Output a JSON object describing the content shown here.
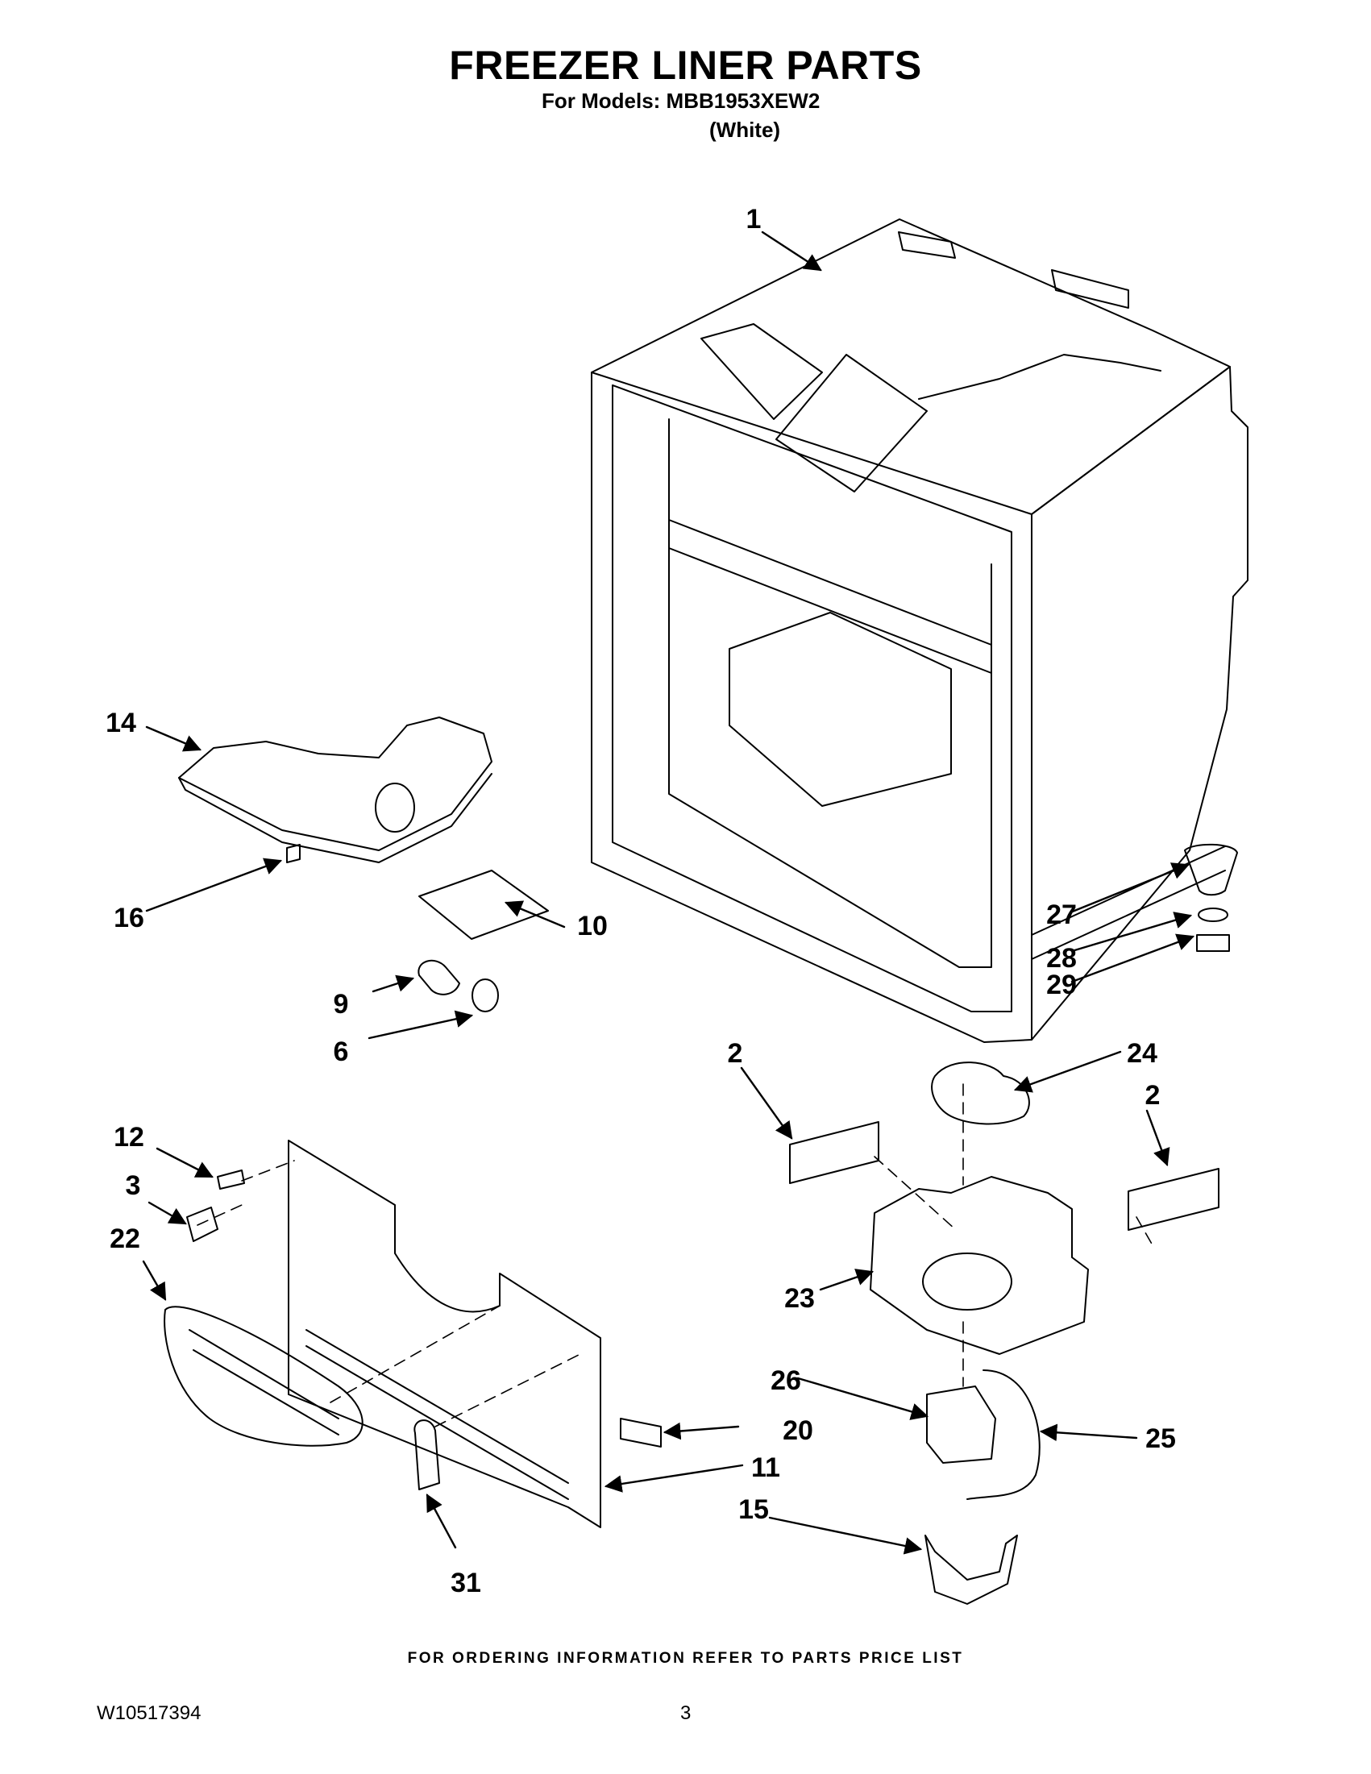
{
  "header": {
    "title": "FREEZER LINER PARTS",
    "models_line": "For Models: MBB1953XEW2",
    "color_line": "(White)"
  },
  "callouts": [
    "1",
    "14",
    "16",
    "10",
    "9",
    "6",
    "12",
    "3",
    "22",
    "27",
    "28",
    "29",
    "2",
    "24",
    "2",
    "23",
    "26",
    "20",
    "25",
    "11",
    "15",
    "31"
  ],
  "footer": {
    "ordering_note": "FOR ORDERING INFORMATION REFER TO PARTS PRICE LIST",
    "doc_number": "W10517394",
    "page_number": "3"
  }
}
